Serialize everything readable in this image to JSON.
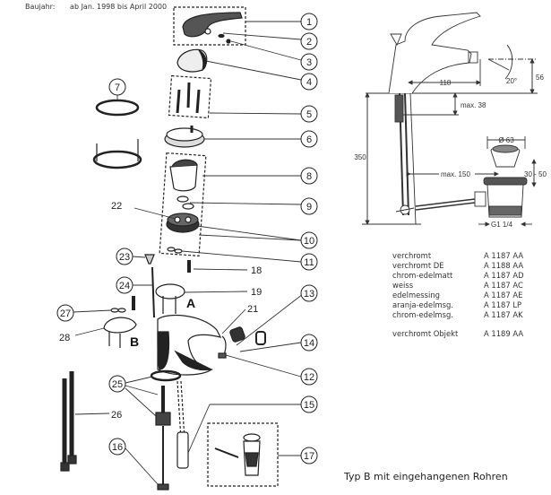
{
  "header": {
    "label": "Baujahr:",
    "value": "ab Jan. 1998  bis April 2000"
  },
  "callouts": {
    "circled": [
      "1",
      "2",
      "3",
      "4",
      "5",
      "6",
      "7",
      "8",
      "9",
      "10",
      "11",
      "12",
      "13",
      "14",
      "15",
      "16",
      "17",
      "23",
      "24",
      "25",
      "27"
    ],
    "plain": [
      "18",
      "19",
      "21",
      "22",
      "26",
      "28"
    ]
  },
  "labels": {
    "variant_a": "A",
    "variant_b": "B"
  },
  "dimensions": {
    "spout_length": "118",
    "angle": "20°",
    "height": "56",
    "max_thickness": "max. 38",
    "total_height": "350",
    "max_pop_up": "max. 150",
    "drain_diameter": "Ø 63",
    "drain_range": "30 - 50",
    "thread": "G1 1/4"
  },
  "variants": [
    {
      "name": "verchromt",
      "code": "A 1187 AA"
    },
    {
      "name": "verchromt  DE",
      "code": "A 1188 AA"
    },
    {
      "name": "chrom-edelmatt",
      "code": "A 1187 AD"
    },
    {
      "name": "weiss",
      "code": "A 1187 AC"
    },
    {
      "name": "edelmessing",
      "code": "A 1187 AE"
    },
    {
      "name": "aranja-edelmsg.",
      "code": "A 1187 LP"
    },
    {
      "name": "chrom-edelmsg.",
      "code": "A 1187 AK"
    }
  ],
  "variant_extra": {
    "name": "verchromt   Objekt",
    "code": "A 1189 AA"
  },
  "caption": "Typ B mit eingehangenen Rohren"
}
